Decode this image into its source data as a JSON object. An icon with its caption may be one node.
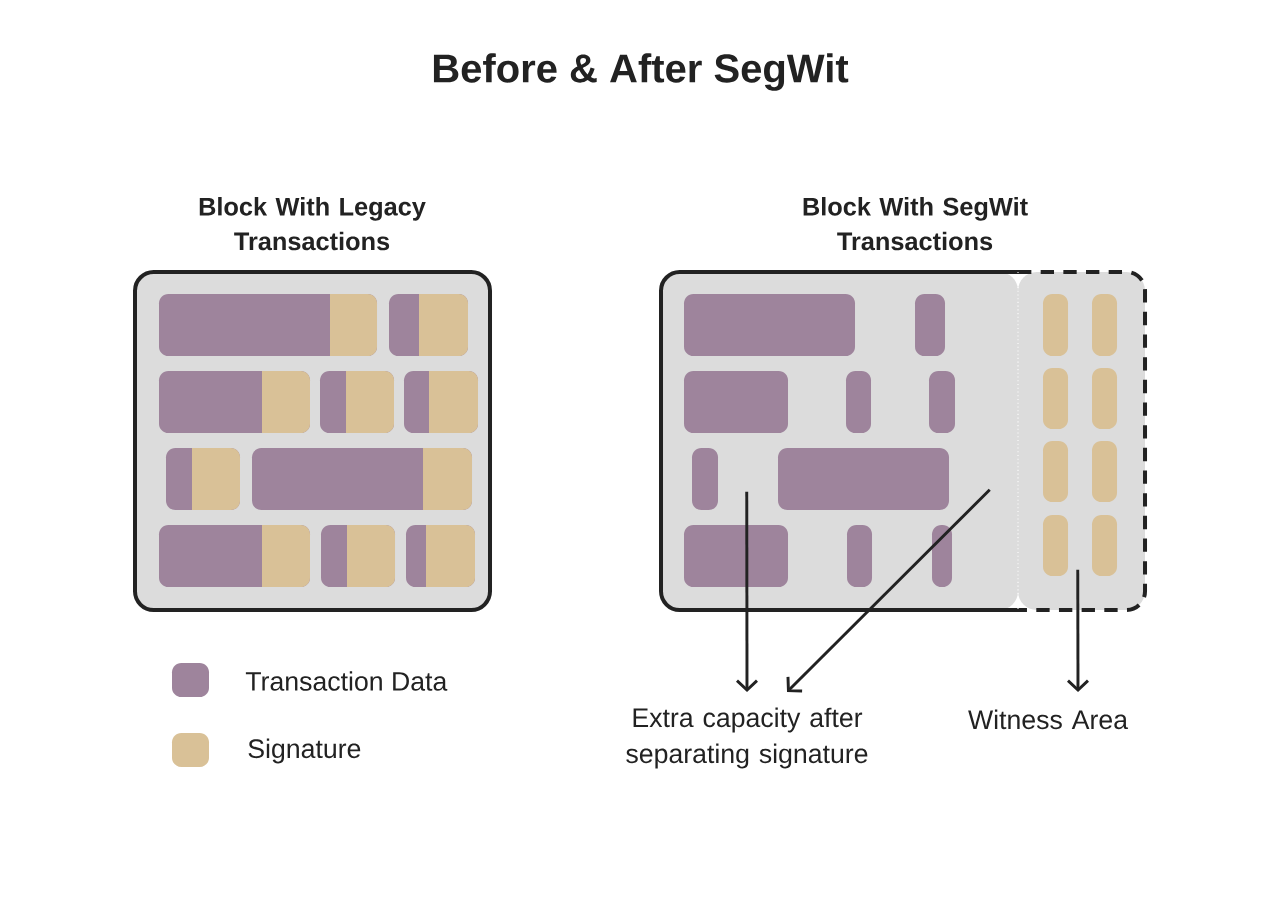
{
  "diagram": {
    "title": "Before & After SegWit",
    "nodes": [
      {
        "text": [
          "Block With Legacy Transactions"
        ]
      },
      {
        "text": [
          "Block With SegWit Transactions"
        ]
      },
      {
        "text": [],
        "shape": "box"
      },
      {
        "text": [
          "Extra capacity after separating signature"
        ]
      },
      {
        "text": [
          "Witness Area"
        ]
      }
    ],
    "edges": [
      {
        "from": 1,
        "to": 3,
        "arrow": "to"
      },
      {
        "from": 1,
        "to": 3,
        "arrow": "to"
      },
      {
        "from": 2,
        "to": 4,
        "arrow": "to"
      }
    ],
    "legend": [
      {
        "text": "Transaction Data",
        "color": "#9e849c"
      },
      {
        "text": "Signature",
        "color": "#d9c197"
      }
    ]
  }
}
